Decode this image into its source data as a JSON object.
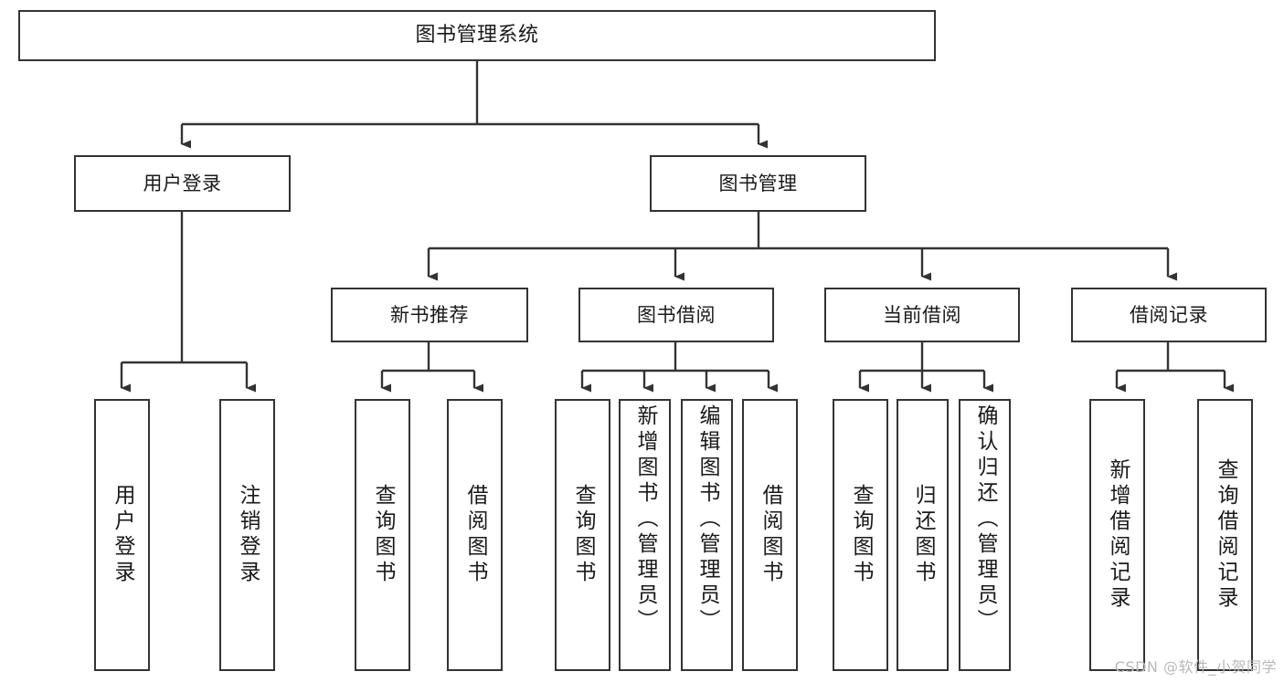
{
  "diagram": {
    "title": "图书管理系统",
    "type": "tree-structure-chart",
    "root": {
      "id": "root",
      "label": "图书管理系统"
    },
    "level2": [
      {
        "id": "user-login",
        "label": "用户登录"
      },
      {
        "id": "book-manage",
        "label": "图书管理"
      }
    ],
    "level3": [
      {
        "id": "new-book-recommend",
        "label": "新书推荐"
      },
      {
        "id": "book-borrow",
        "label": "图书借阅"
      },
      {
        "id": "current-borrow",
        "label": "当前借阅"
      },
      {
        "id": "borrow-record",
        "label": "借阅记录"
      }
    ],
    "leaves": {
      "user_login": [
        {
          "id": "leaf-user-login",
          "label": "用户登录"
        },
        {
          "id": "leaf-logout-login",
          "label": "注销登录"
        }
      ],
      "new_book_recommend": [
        {
          "id": "leaf-query-book-1",
          "label": "查询图书"
        },
        {
          "id": "leaf-borrow-book-1",
          "label": "借阅图书"
        }
      ],
      "book_borrow": [
        {
          "id": "leaf-query-book-2",
          "label": "查询图书"
        },
        {
          "id": "leaf-add-book",
          "label": "新增图书（管理员）"
        },
        {
          "id": "leaf-edit-book",
          "label": "编辑图书（管理员）"
        },
        {
          "id": "leaf-borrow-book-2",
          "label": "借阅图书"
        }
      ],
      "current_borrow": [
        {
          "id": "leaf-query-book-3",
          "label": "查询图书"
        },
        {
          "id": "leaf-return-book",
          "label": "归还图书"
        },
        {
          "id": "leaf-confirm-return",
          "label": "确认归还（管理员）"
        }
      ],
      "borrow_record": [
        {
          "id": "leaf-add-record",
          "label": "新增借阅记录"
        },
        {
          "id": "leaf-query-record",
          "label": "查询借阅记录"
        }
      ]
    },
    "colors": {
      "stroke": "#333333",
      "fill": "#ffffff",
      "text": "#1a1a1a",
      "watermark": "#b9b9b9"
    }
  },
  "watermark": {
    "text": "CSDN @软件_小贺同学"
  }
}
